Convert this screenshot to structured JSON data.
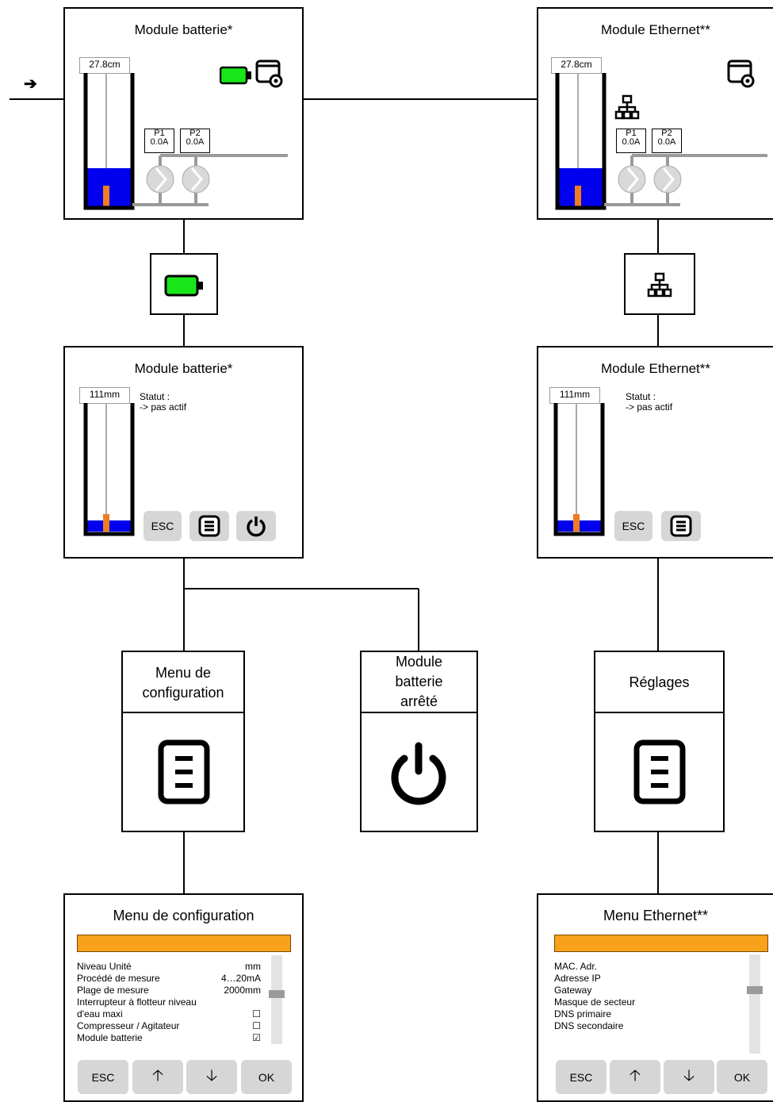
{
  "flow": {
    "entry_arrow": "➔"
  },
  "battery_module_top": {
    "title": "Module batterie*",
    "level_value": "27.8cm",
    "pumps": [
      {
        "name": "P1",
        "current": "0.0A"
      },
      {
        "name": "P2",
        "current": "0.0A"
      }
    ],
    "battery_color": "#19e619",
    "water_color": "#0000ee",
    "float_color": "#f07c22"
  },
  "ethernet_module_top": {
    "title": "Module Ethernet**",
    "level_value": "27.8cm",
    "pumps": [
      {
        "name": "P1",
        "current": "0.0A"
      },
      {
        "name": "P2",
        "current": "0.0A"
      }
    ]
  },
  "battery_icon_node": {
    "icon": "battery-icon"
  },
  "network_icon_node": {
    "icon": "network-icon"
  },
  "battery_module_status": {
    "title": "Module batterie*",
    "level_value": "111mm",
    "status_label": "Statut :",
    "status_value": "-> pas actif",
    "buttons": {
      "esc": "ESC",
      "menu": "menu-icon",
      "power": "power-icon"
    }
  },
  "ethernet_module_status": {
    "title": "Module Ethernet**",
    "level_value": "111mm",
    "status_label": "Statut :",
    "status_value": "-> pas actif",
    "buttons": {
      "esc": "ESC",
      "menu": "menu-icon"
    }
  },
  "config_menu_node": {
    "caption_line1": "Menu de",
    "caption_line2": "configuration"
  },
  "battery_off_node": {
    "caption_line1": "Module",
    "caption_line2": "batterie",
    "caption_line3": "arrêté"
  },
  "settings_node": {
    "caption": "Réglages"
  },
  "config_menu_screen": {
    "title": "Menu de configuration",
    "highlight_color": "#f7a21a",
    "rows": [
      {
        "label": "Niveau Unité",
        "value": "mm"
      },
      {
        "label": "Procédé de mesure",
        "value": "4…20mA"
      },
      {
        "label": "Plage de mesure",
        "value": "2000mm"
      },
      {
        "label": "Interrupteur à flotteur niveau",
        "value": ""
      },
      {
        "label": "d'eau maxi",
        "value": "☐"
      },
      {
        "label": "Compresseur / Agitateur",
        "value": "☐"
      },
      {
        "label": "Module batterie",
        "value": "☑"
      }
    ],
    "scroll_position": 0.4,
    "buttons": {
      "esc": "ESC",
      "up": "🡡",
      "down": "🡣",
      "ok": "OK"
    }
  },
  "ethernet_menu_screen": {
    "title": "Menu Ethernet**",
    "rows": [
      {
        "label": "MAC. Adr."
      },
      {
        "label": "Adresse IP"
      },
      {
        "label": "Gateway"
      },
      {
        "label": "Masque de secteur"
      },
      {
        "label": "DNS primaire"
      },
      {
        "label": "DNS secondaire"
      }
    ],
    "scroll_position": 0.45,
    "buttons": {
      "esc": "ESC",
      "up": "🡡",
      "down": "🡣",
      "ok": "OK"
    }
  }
}
